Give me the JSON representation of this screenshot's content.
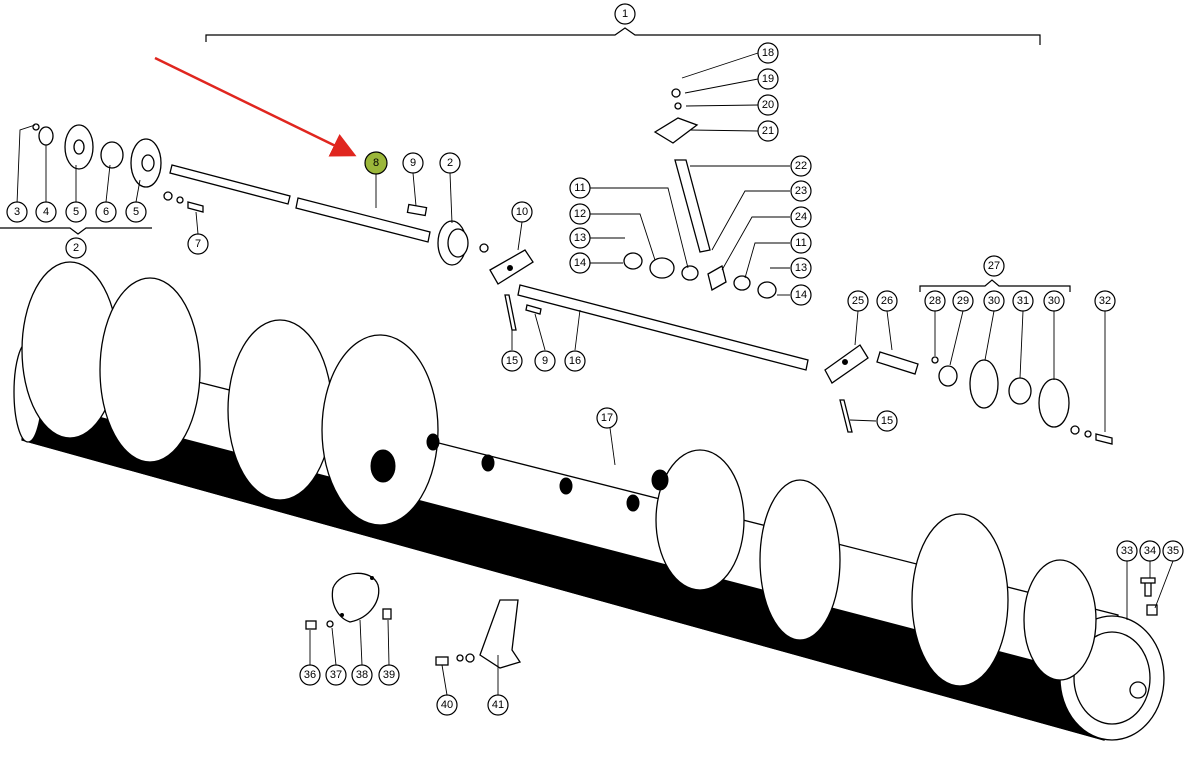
{
  "callouts": [
    {
      "label": "1"
    },
    {
      "label": "2"
    },
    {
      "label": "3"
    },
    {
      "label": "4"
    },
    {
      "label": "5"
    },
    {
      "label": "6"
    },
    {
      "label": "5"
    },
    {
      "label": "7"
    },
    {
      "label": "8",
      "highlight_color": "#9bb73a"
    },
    {
      "label": "9"
    },
    {
      "label": "2"
    },
    {
      "label": "10"
    },
    {
      "label": "15"
    },
    {
      "label": "9"
    },
    {
      "label": "16"
    },
    {
      "label": "11"
    },
    {
      "label": "12"
    },
    {
      "label": "13"
    },
    {
      "label": "14"
    },
    {
      "label": "18"
    },
    {
      "label": "19"
    },
    {
      "label": "20"
    },
    {
      "label": "21"
    },
    {
      "label": "22"
    },
    {
      "label": "23"
    },
    {
      "label": "24"
    },
    {
      "label": "11"
    },
    {
      "label": "13"
    },
    {
      "label": "14"
    },
    {
      "label": "27"
    },
    {
      "label": "25"
    },
    {
      "label": "26"
    },
    {
      "label": "28"
    },
    {
      "label": "29"
    },
    {
      "label": "30"
    },
    {
      "label": "31"
    },
    {
      "label": "30"
    },
    {
      "label": "32"
    },
    {
      "label": "15"
    },
    {
      "label": "17"
    },
    {
      "label": "33"
    },
    {
      "label": "34"
    },
    {
      "label": "35"
    },
    {
      "label": "36"
    },
    {
      "label": "37"
    },
    {
      "label": "38"
    },
    {
      "label": "39"
    },
    {
      "label": "40"
    },
    {
      "label": "41"
    }
  ],
  "colors": {
    "arrow": "#e0261f",
    "highlight": "#9bb73a",
    "ink": "#000000"
  }
}
